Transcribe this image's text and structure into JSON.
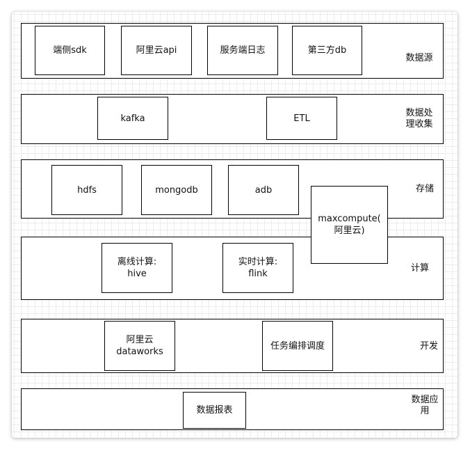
{
  "layers": {
    "source": {
      "label": "数据源",
      "nodes": [
        "端侧sdk",
        "阿里云api",
        "服务端日志",
        "第三方db"
      ]
    },
    "process": {
      "label": "数据处\n理收集",
      "nodes": [
        "kafka",
        "ETL"
      ]
    },
    "storage": {
      "label": "存储",
      "nodes": [
        "hdfs",
        "mongodb",
        "adb"
      ]
    },
    "compute": {
      "label": "计算",
      "nodes": [
        "离线计算:\nhive",
        "实时计算:\nflink"
      ]
    },
    "develop": {
      "label": "开发",
      "nodes": [
        "阿里云\ndataworks",
        "任务编排调度"
      ]
    },
    "application": {
      "label": "数据应\n用",
      "nodes": [
        "数据报表"
      ]
    }
  },
  "shared": {
    "maxcompute": "maxcompute(\n阿里云)"
  }
}
